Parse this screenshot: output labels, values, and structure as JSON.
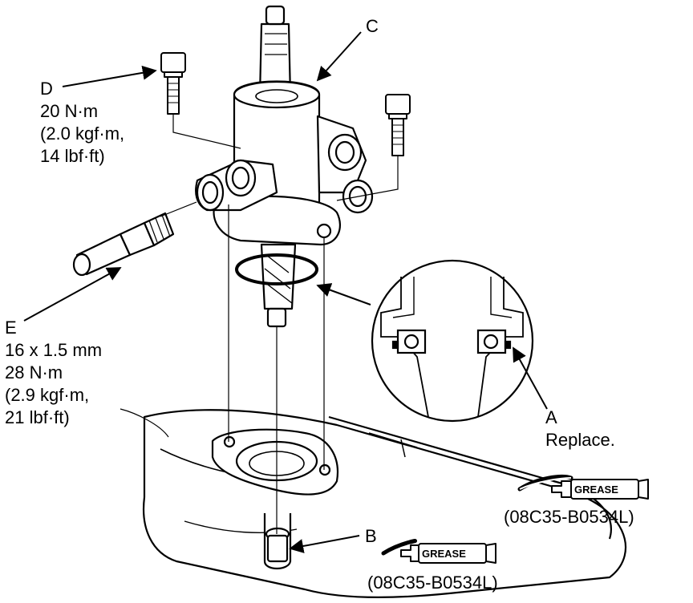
{
  "callouts": {
    "c": {
      "letter": "C"
    },
    "d": {
      "letter": "D",
      "lines": [
        "20 N·m",
        "(2.0 kgf·m,",
        "14 lbf·ft)"
      ]
    },
    "e": {
      "letter": "E",
      "lines": [
        "16 x 1.5 mm",
        "28 N·m",
        "(2.9 kgf·m,",
        "21 lbf·ft)"
      ]
    },
    "a": {
      "letter": "A",
      "note": "Replace."
    },
    "b": {
      "letter": "B"
    }
  },
  "grease": {
    "tube_text": "GREASE",
    "a_part": "(08C35-B0534L)",
    "b_part": "(08C35-B0534L)"
  },
  "icons": [
    "bolt-icon",
    "grease-tube-icon",
    "arrow-icon"
  ]
}
